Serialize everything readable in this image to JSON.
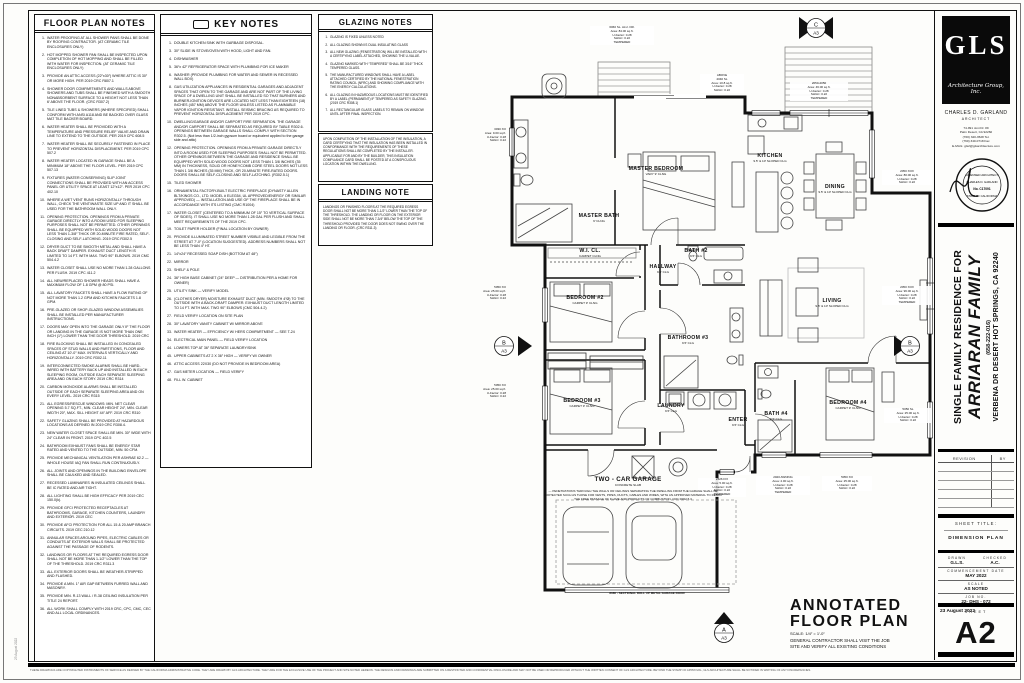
{
  "floor_plan_notes": {
    "title": "FLOOR PLAN NOTES",
    "items": [
      {
        "n": "1.",
        "t": "WATER PROOFING AT ALL SHOWER PANS SHALL BE DONE BY ROOFING CONTRACTOR. (AT CERAMIC TILE ENCLOSURES ONLY)"
      },
      {
        "n": "2.",
        "t": "HOT MOPPED SHOWER PAN SHALL BE INSPECTED UPON COMPLETION OF HOT MOPPING AND SHALL BE FILLED WITH WATER FOR INSPECTION. (AT CERAMIC TILE ENCLOSURES ONLY)"
      },
      {
        "n": "3.",
        "t": "PROVIDE AN ATTIC ACCESS (22″x30″) WHERE ATTIC IS 30″ OR MORE HIGH. PER 2019 CRC R807.1"
      },
      {
        "n": "4.",
        "t": "SHOWER DOOR COMPARTMENTS AND WALLS ABOVE SHOWERS AND TUBS SHALL BE FINISHED WITH A SMOOTH NONABSORBENT SURFACE TO A HEIGHT NOT LESS THAN 6′ ABOVE THE FLOOR. (CRC R307.2)"
      },
      {
        "n": "5.",
        "t": "TILE LINED TUBS & SHOWERS (WHERE SPECIFIED) SHALL CONFORM WITH ANSI A118 AND BE BACKED OVER GLASS MAT TILE BACKER BOARD."
      },
      {
        "n": "6.",
        "t": "WATER HEATER SHALL BE PROVIDED WITH A TEMPERATURE AND PRESSURE RELIEF VALVE AND DRAIN LINE TO EXTEND TO THE OUTSIDE. PER 2019 CPC 608.5"
      },
      {
        "n": "7.",
        "t": "WATER HEATER SHALL BE SECURELY FASTENED IN PLACE TO PREVENT HORIZONTAL DISPLACEMENT. PER 2019 CPC 507.2"
      },
      {
        "n": "8.",
        "t": "WATER HEATER LOCATED IN GARAGE SHALL BE A MINIMUM 18″ ABOVE THE FLOOR LEVEL. PER 2019 CPC 507.13"
      },
      {
        "n": "9.",
        "t": "FIXTURES (WATER CONSERVING) SLIP JOINT CONNECTIONS SHALL BE PROVIDED WITH AN ACCESS PANEL OR UTILITY SPACE AT LEAST 12″x12″. PER 2019 CPC 402.10"
      },
      {
        "n": "10.",
        "t": "WHERE A WET VENT RUNS HORIZONTALLY THROUGH WALL, CHECK THE VENT/WASTE SIZE UP AND IT SHALL BE USED FOR THE BATHROOM WALL ONLY."
      },
      {
        "n": "11.",
        "t": "OPENING PROTECTION. OPENINGS FROM A PRIVATE GARAGE DIRECTLY INTO A ROOM USED FOR SLEEPING PURPOSES SHALL NOT BE PERMITTED. OTHER OPENINGS SHALL BE EQUIPPED WITH SOLID WOOD DOORS NOT LESS THAN 1-3/8″ THICK OR 20-MINUTE FIRE RATED, SELF-CLOSING AND SELF-LATCHING. 2019 CRC R302.5"
      },
      {
        "n": "12.",
        "t": "DRYER DUCT TO BE SMOOTH METAL AND SHALL HAVE A BACK DRAFT DAMPER. EXHAUST DUCT LENGTH IS LIMITED TO 14 FT. WITH MAX. TWO 90° ELBOWS. 2019 CMC 504.4.2"
      },
      {
        "n": "13.",
        "t": "WATER CLOSET SHALL USE NO MORE THAN 1.28 GALLONS PER FLUSH. 2019 CPC 411.2"
      },
      {
        "n": "14.",
        "t": "ALL NEW/REPLACED SHOWER HEADS SHALL HAVE A MAXIMUM FLOW OF 1.8 GPM @ 80 PSI."
      },
      {
        "n": "15.",
        "t": "ALL LAVATORY FAUCETS SHALL HAVE A FLOW RATING OF NOT MORE THAN 1.2 GPM AND KITCHEN FAUCETS 1.8 GPM."
      },
      {
        "n": "16.",
        "t": "PRE-GLAZED OR SHOP-GLAZED WINDOW ASSEMBLIES SHALL BE INSTALLED PER MANUFACTURER INSTRUCTIONS."
      },
      {
        "n": "17.",
        "t": "DOORS MAY OPEN INTO THE GARAGE ONLY IF THE FLOOR OR LANDING IN THE GARAGE IS NOT MORE THAN ONE INCH (1″) LOWER THAN THE DOOR THRESHOLD. 2019 CRC"
      },
      {
        "n": "18.",
        "t": "FIRE BLOCKING SHALL BE INSTALLED IN CONCEALED SPACES OF STUD WALLS AND PARTITIONS, FLOOR AND CEILING AT 10′-0″ MAX. INTERVALS VERTICALLY AND HORIZONTALLY. 2019 CRC R302.11"
      },
      {
        "n": "19.",
        "t": "INTERCONNECTED SMOKE ALARMS SHALL BE HARD-WIRED WITH BATTERY BACK UP AND INSTALLED IN EACH SLEEPING ROOM, OUTSIDE EACH SEPARATE SLEEPING AREA AND ON EACH STORY. 2019 CRC R314"
      },
      {
        "n": "20.",
        "t": "CARBON MONOXIDE ALARMS SHALL BE INSTALLED OUTSIDE OF EACH SEPARATE SLEEPING AREA AND ON EVERY LEVEL. 2019 CRC R315"
      },
      {
        "n": "21.",
        "t": "ALL EGRESS/RESCUE WINDOWS: MIN. NET CLEAR OPENING 5.7 SQ.FT., MIN. CLEAR HEIGHT 24″, MIN. CLEAR WIDTH 20″, MAX. SILL HEIGHT 44″ AFF. 2019 CRC R310"
      },
      {
        "n": "22.",
        "t": "SAFETY GLAZING SHALL BE PROVIDED AT HAZARDOUS LOCATIONS AS DEFINED IN 2019 CRC R308.4."
      },
      {
        "n": "23.",
        "t": "NEW WATER CLOSET SPACE SHALL BE MIN. 30″ WIDE WITH 24″ CLEAR IN FRONT. 2019 CPC 402.5"
      },
      {
        "n": "24.",
        "t": "BATHROOM EXHAUST FANS SHALL BE ENERGY STAR RATED AND VENTED TO THE OUTSIDE, MIN. 50 CFM."
      },
      {
        "n": "25.",
        "t": "PROVIDE MECHANICAL VENTILATION PER ASHRAE 62.2 — WHOLE HOUSE IAQ FAN SHALL RUN CONTINUOUSLY."
      },
      {
        "n": "26.",
        "t": "ALL JOINTS AND OPENINGS IN THE BUILDING ENVELOPE SHALL BE CAULKED AND SEALED."
      },
      {
        "n": "27.",
        "t": "RECESSED LUMINAIRES IN INSULATED CEILINGS SHALL BE IC RATED AND AIR TIGHT."
      },
      {
        "n": "28.",
        "t": "ALL LIGHTING SHALL BE HIGH EFFICACY PER 2019 CEC 150.0(k)."
      },
      {
        "n": "29.",
        "t": "PROVIDE GFCI PROTECTED RECEPTACLES AT BATHROOMS, GARAGE, KITCHEN COUNTERS, LAUNDRY AND EXTERIOR. 2019 CEC"
      },
      {
        "n": "30.",
        "t": "PROVIDE AFCI PROTECTION FOR ALL 15 & 20 AMP BRANCH CIRCUITS. 2019 CEC 210.12"
      },
      {
        "n": "31.",
        "t": "ANNULAR SPACES AROUND PIPES, ELECTRIC CABLES OR CONDUITS AT EXTERIOR WALLS SHALL BE PROTECTED AGAINST THE PASSAGE OF RODENTS."
      },
      {
        "n": "32.",
        "t": "LANDINGS OR FLOORS AT THE REQUIRED EGRESS DOOR SHALL NOT BE MORE THAN 1-1/2″ LOWER THAN THE TOP OF THE THRESHOLD. 2019 CRC R311.3"
      },
      {
        "n": "33.",
        "t": "ALL EXTERIOR DOORS SHALL BE WEATHER-STRIPPED AND FLASHED."
      },
      {
        "n": "34.",
        "t": "PROVIDE A MIN. 1″ AIR GAP BETWEEN FURRED WALL AND MASONRY."
      },
      {
        "n": "35.",
        "t": "PROVIDE MIN. R-13 WALL / R-38 CEILING INSULATION PER TITLE 24 REPORT."
      },
      {
        "n": "36.",
        "t": "ALL WORK SHALL COMPLY WITH 2019 CRC, CPC, CMC, CEC AND ALL LOCAL ORDINANCES."
      }
    ]
  },
  "key_notes": {
    "title": "KEY NOTES",
    "items": [
      {
        "n": "1.",
        "t": "DOUBLE KITCHEN SINK WITH GARBAGE DISPOSAL."
      },
      {
        "n": "3.",
        "t": "30″ SLIDE IN STOVE/OVEN WITH HOOD, LIGHT AND FAN."
      },
      {
        "n": "4.",
        "t": "DISHWASHER"
      },
      {
        "n": "5.",
        "t": "36″x 42″ REFRIGERATOR SPACE WITH PLUMBING FOR ICE MAKER"
      },
      {
        "n": "6.",
        "t": "WASHER (PROVIDE PLUMBING FOR WATER AND SEWER IN RECESSED WALL BOX)"
      },
      {
        "n": "8.",
        "t": "GAS UTILIZATION APPLIANCES IN RESIDENTIAL GARAGES AND ADJACENT SPACES THAT OPEN TO THE GARAGE AND ARE NOT PART OF THE LIVING SPACE OF A DWELLING UNIT SHALL BE INSTALLED SO THAT BURNERS AND BURNER-IGNITION DEVICES ARE LOCATED NOT LESS THAN EIGHTEEN (18) INCHES (457 MM) ABOVE THE FLOOR UNLESS LISTED AS FLAMMABLE VAPOR IGNITION RESISTANT. INSTALL SEISMIC BRACING AS REQUIRED TO PREVENT HORIZONTAL DISPLACEMENT PER 2019 CPC."
      },
      {
        "n": "10.",
        "t": "DWELLING/GARAGE AND/OR CARPORT FIRE SEPARATION. THE GARAGE AND/OR CARPORT SHALL BE SEPARATED AS REQUIRED BY TABLE R302.6. OPENINGS BETWEEN GARAGE WALLS SHALL COMPLY WITH SECTION R302.5. (Not less than 1/2-inch gypsum board or equivalent applied to the garage side and attic)"
      },
      {
        "n": "12.",
        "t": "OPENING PROTECTION. OPENINGS FROM A PRIVATE GARAGE DIRECTLY INTO A ROOM USED FOR SLEEPING PURPOSES SHALL NOT BE PERMITTED. OTHER OPENINGS BETWEEN THE GARAGE AND RESIDENCE SHALL BE EQUIPPED WITH SOLID WOOD DOORS NOT LESS THAN 1 3/8 INCHES (35 MM) IN THICKNESS, SOLID OR HONEYCOMB CORE STEEL DOORS NOT LESS THAN 1 3/8 INCHES (35 MM) THICK, OR 20-MINUTE FIRE-RATED DOORS. DOORS SHALL BE SELF-CLOSING AND SELF-LATCHING. (R302.5.1)"
      },
      {
        "n": "15.",
        "t": "TILED SHOWER"
      },
      {
        "n": "16.",
        "t": "ORNAMENTAL FACTORY-BUILT ELECTRIC FIREPLACE (DYNASTY ALLEN BLT/KINGS CO., LTD. MODEL # ELEG54, UL APPROVED/ENERGY OR SIMILAR APPROVED) — INSTALLATION AND USE OF THE FIREPLACE SHALL BE IN ACCORDANCE WITH ITS LISTING (CMC R1004)"
      },
      {
        "n": "17.",
        "t": "WATER CLOSET (CENTERED TO A MINIMUM OF 15″ TO VERTICAL SURFACE OF SIDES). IT SHALL USE NO MORE THAN 1.28 GAL PER FLUSH AND SHALL MEET REQUIREMENTS OF THE 2019 CPC."
      },
      {
        "n": "19.",
        "t": "TOILET PAPER HOLDER (FINAL LOCATION BY OWNER)"
      },
      {
        "n": "20.",
        "t": "PROVIDE ILLUMINATED STREET NUMBER VISIBLE AND LEGIBLE FROM THE STREET AT 7′-0″ (LOCATION SUGGESTED). ADDRESS NUMBERS SHALL NOT BE LESS THAN 4″ HT."
      },
      {
        "n": "21.",
        "t": "14″x24″ RECESSED SOAP DISH (BOTTOM AT 48″)"
      },
      {
        "n": "22.",
        "t": "MIRROR"
      },
      {
        "n": "23.",
        "t": "SHELF & POLE"
      },
      {
        "n": "24.",
        "t": "36″ HIGH BASE CABINET (24″ DEEP — DISTRIBUTION PER A HOME FOR OWNER)"
      },
      {
        "n": "25.",
        "t": "UTILITY SINK — VERIFY MODEL"
      },
      {
        "n": "26.",
        "t": "(CLOTHES DRYER) MOISTURE EXHAUST DUCT (MIN. SMOOTH 4″Ø) TO THE OUTSIDE WITH A BACK-DRAFT DAMPER. EXHAUST DUCT LENGTH LIMITED TO 14 FT. WITH MAX. TWO 90° ELBOWS (CMC 504.4.2)"
      },
      {
        "n": "27.",
        "t": "FIELD VERIFY LOCATION ON SITE PLAN"
      },
      {
        "n": "28.",
        "t": "30″ LAVATORY VANITY CABINET W/ MIRROR ABOVE"
      },
      {
        "n": "33.",
        "t": "WATER HEATER — EFFICIENCY W/ HERS COMPARTMENT — SEE T-24"
      },
      {
        "n": "34.",
        "t": "ELECTRICAL MAIN PANEL — FIELD VERIFY LOCATION"
      },
      {
        "n": "44.",
        "t": "LOWERS TOP AT 36″ SEPARATE LAUNDRY/SINK"
      },
      {
        "n": "45.",
        "t": "UPPER CABINETS AT 2 X 36″ HIGH — VERIFY W/ OWNER"
      },
      {
        "n": "46.",
        "t": "ATTIC ACCESS 22X30 (DO NOT PROVIDE IN BEDROOM AREA)"
      },
      {
        "n": "47.",
        "t": "GAS METER LOCATION — FIELD VERIFY"
      },
      {
        "n": "48.",
        "t": "FILL W. CABINET"
      }
    ]
  },
  "glazing_notes": {
    "title": "GLAZING NOTES",
    "items": [
      {
        "n": "1.",
        "t": "GLAZING IS FIXED UNLESS NOTED"
      },
      {
        "n": "2.",
        "t": "ALL GLAZING SHOWN IS DUAL INSULATING GLASS"
      },
      {
        "n": "3.",
        "t": "ALL NEW GLAZING (FENESTRATION) WILL BE INSTALLED WITH A CERTIFYING LABEL ATTACHED, SHOWING THE U-VALUE."
      },
      {
        "n": "4.",
        "t": "GLAZING MARKED WITH “TEMPERED” SHALL BE 3/16″ THICK TEMPERED GLASS."
      },
      {
        "n": "5.",
        "t": "THE MANUFACTURED WINDOWS SHALL HAVE A LABEL ATTACHED CERTIFIED BY THE NATIONAL FENESTRATION RATING COUNCIL (NFRC) AND SHOWING COMPLIANCE WITH THE ENERGY CALCULATIONS."
      },
      {
        "n": "6.",
        "t": "ALL GLAZING IN HAZARDOUS LOCATIONS MUST BE IDENTIFIED BY A LABEL (PERMANENT) IF TEMPERED AS SAFETY GLAZING. (2019 CRC R308.1)"
      },
      {
        "n": "7.",
        "t": "ALL RECTANGULAR GLASS LABELS TO REMAIN ON WINDOW UNTIL AFTER FINAL INSPECTION."
      }
    ],
    "insulation_note": "UPON COMPLETION OF THE INSTALLATION OF THE INSULATION, A CARD CERTIFYING THAT THE INSULATION HAS BEEN INSTALLED IN CONFORMANCE WITH THE REQUIREMENTS OF THESE REGULATIONS SHALL BE COMPLETED BY THE INSTALLER. APPLICABLE FOR AND BY THE BUILDER, THIS INSULATION COMPLIANCE CARD SHALL BE POSTED AT A CONSPIC­UOUS LOCATION WITHIN THE DWELLING."
  },
  "landing_note": {
    "title": "LANDING NOTE",
    "body": "LANDINGS OR FINISHED FLOORS AT THE REQUIRED EGRESS DOOR SHALL NOT BE MORE THAN 1-1/2″ LOWER THAN THE TOP OF THE THRESHOLD. THE LANDING OR FLOOR ON THE EXTERIOR SIDE SHALL NOT BE MORE THAN 7-3/4″ BELOW THE TOP OF THE THRESHOLD PROVIDED THE DOOR DOES NOT SWING OVER THE LANDING OR FLOOR. (CRC R311.3)"
  },
  "plan": {
    "rooms": {
      "master_bath": {
        "name": "MASTER BATH",
        "sub": "9′ CLNG"
      },
      "master_bedroom": {
        "name": "MASTER BEDROOM",
        "sub": "VARY 9′ CLNG"
      },
      "wic": {
        "name": "W.I. CL.",
        "sub": "CARPET CLNG"
      },
      "kitchen": {
        "name": "KITCHEN",
        "sub": "9.5′ & 10′ SLOPED CLG"
      },
      "dining": {
        "name": "DINING",
        "sub": "9.5′ & 10′ SLOPED CLG"
      },
      "living": {
        "name": "LIVING",
        "sub": "9.5′ & 10′ SLOPED CLG"
      },
      "hallway": {
        "name": "HALLWAY",
        "sub": "9.5′ CLG"
      },
      "bath2": {
        "name": "BATH #2",
        "sub": "9.5′ CLG"
      },
      "bedroom2": {
        "name": "BEDROOM #2",
        "sub": "CARPET 9′ CLNG"
      },
      "bathroom3": {
        "name": "BATHROOM #3",
        "sub": "9.5′ CLG"
      },
      "bedroom3": {
        "name": "BEDROOM #3",
        "sub": "CARPET 9′ CLNG"
      },
      "laundry": {
        "name": "LAUNDRY",
        "sub": "9.5′ CLG"
      },
      "enter": {
        "name": "ENTER",
        "sub": "9.5′ CLG"
      },
      "bath4": {
        "name": "BATH #4",
        "sub": "9.5′ CLG"
      },
      "bedroom4": {
        "name": "BEDROOM #4",
        "sub": "CARPET 9′ CLNG"
      },
      "garage": {
        "name": "TWO - CAR GARAGE",
        "sub": "CONCRETE SLAB"
      }
    },
    "windows": {
      "w6060": "6060 SL. ALU. DR.\nArea: 84.00 sq.ft.\nU-Factor: 0.28\nSHGC: 0.22\nTEMPERED",
      "w4040": "ABOVE\n4040 SL\nArea: 10.8 sq.ft.\nU-Factor: 0.28\nSHGC: 0.22",
      "w2050x2": "2050-2050\nArea: 46.00 sq.ft.\nU-Factor: 0.28\nSHGC: 0.22\nTEMPERED",
      "wxox_dining": "2050 XOX\nArea: 80.00 sq.ft.\nU-Factor: 0.28\nSHGC: 0.22",
      "wxox_living": "2050 XOX\nArea: 96.00 sq.ft.\nU-Factor: 0.28\nSHGC: 0.22\nTEMPERED",
      "w5050sl": "5050 SL\nArea: 25.00 sq.ft.\nU-Factor: 0.28\nSHGC: 0.22",
      "w2020": "2020 AWNING\nArea: 4.00 sq.ft.\nU-Factor: 0.28\nSHGC: 0.22\nTEMPERED",
      "w5050b4": "5050 XO\nArea: 25.00 sq.ft.\nU-Factor: 0.28\nSHGC: 0.22",
      "w2626": "2626 FIX\nArea: 5.00 sq.ft.\nU-Factor: 0.28\nSHGC: 0.22\nTEMPERED",
      "w3030": "3030 XO\nArea: 9.00 sq.ft.\nU-Factor: 0.28\nSHGC: 0.22",
      "w5050b2": "5050 XO\nArea: 25.00 sq.ft.\nU-Factor: 0.28\nSHGC: 0.22",
      "w5050b3": "5050 XO\nArea: 25.00 sq.ft.\nU-Factor: 0.28\nSHGC: 0.22"
    },
    "garage_door_label": "8080 - SECTIONAL ROLL UP METAL GARAGE DOOR",
    "garage_note": "— PENETRATIONS THROUGH THE WALLS OR CEILINGS SEPARATING THE DWELLING FROM THE GARAGE SHALL BE PROTECTED SUCH AS THOSE FOR VENTS, PIPES, DUCTS, CABLES AND WIRES, WITH AN APPROVED MATERIAL TO RESIST THE FREE PASSAGE OF FLAME AND PRODUCTS OF COMBUSTION. CRC R302.5.3",
    "markers": {
      "c": {
        "letter": "C",
        "sheet": "A3"
      },
      "b_right": {
        "letter": "B",
        "sheet": "A3"
      },
      "b_left": {
        "letter": "B",
        "sheet": "A3"
      },
      "a_bottom": {
        "letter": "A",
        "sheet": "A3"
      }
    }
  },
  "plan_title": {
    "line1": "ANNOTATED",
    "line2": "FLOOR PLAN",
    "scale": "SCALE: 1/4″ = 1′-0″",
    "gc_note1": "GENERAL CONTRACTOR  SHALL VISIT THE JOB",
    "gc_note2": "SITE AND VERIFY ALL EXISTING CONDITIONS"
  },
  "title_block": {
    "logo_text": "GLS",
    "logo_sub": "Architecture Group, Inc.",
    "architect_name": "CHARLES D. GARLAND",
    "architect_title": "ARCHITECT",
    "address": "74-991 Joni Dr. #9\nPalm Desert, CA 92260\n(760) 340-3528 Tel.\n(760) 340-0718 Fax\nE-MAIL: gls2@glsarchitecture.com",
    "stamp": {
      "arc_top": "LICENSED ARCHITECT",
      "name": "CHARLES D. GARLAND",
      "no": "No. C17091",
      "arc_bottom": "STATE OF CALIFORNIA"
    },
    "project": {
      "line1": "SINGLE FAMILY RESIDENCE FOR",
      "line2": "ARRIARAN FAMILY",
      "apn": "(658-222-016)",
      "site": "VERBENA DR   DESERT HOT SPRINGS, CA 92240"
    },
    "revision": {
      "col1": "REVISION",
      "col2": "BY",
      "rows": [
        "",
        "",
        "",
        "",
        ""
      ]
    },
    "sheet_title_label": "SHEET TITLE:",
    "sheet_title": "DIMENSION PLAN",
    "info": {
      "drawn_label": "DRAWN",
      "checked_label": "CHECKED",
      "drawn": "G.L.S.",
      "checked": "A.C.",
      "commencement_label": "COMMENCEMENT DATE",
      "commencement": "MAY 2022",
      "scale_label": "SCALE",
      "scale": "AS NOTED",
      "job_label": "JOB NO.",
      "job": "22- DHS - 072",
      "print_date": "23 August 2022"
    },
    "sheet_label": "SHEET",
    "sheet_number": "A2"
  },
  "footer": "THESE DRAWINGS ARE COPYRIGHTED INSTRUMENTS OF SERVICE AS DEFINED BY THE CALIFORNIA ADMINISTRATIVE CODE. THEY ARE DRAWN BY GLS ARCHITECTURE. THEY ARE FOR THE EXCLUSIVE USE OF THE PROJECT AND SITE NOTED HEREON. THE DESIGNS AND DRAWINGS ARE SUBMITTED ON A RESTRICTED AND CONFIDENTIAL DISCLOSURE AND MAY NOT BE USED OR REPRODUCED WITHOUT THE WRITTEN CONSENT OF GLS ARCHITECTURE. BEYOND THE STAMP OF APPROVAL, GLS ARCHITECTURE SHALL BE NOTIFIED IN WRITING OF ANY DISCREPANCIES."
}
